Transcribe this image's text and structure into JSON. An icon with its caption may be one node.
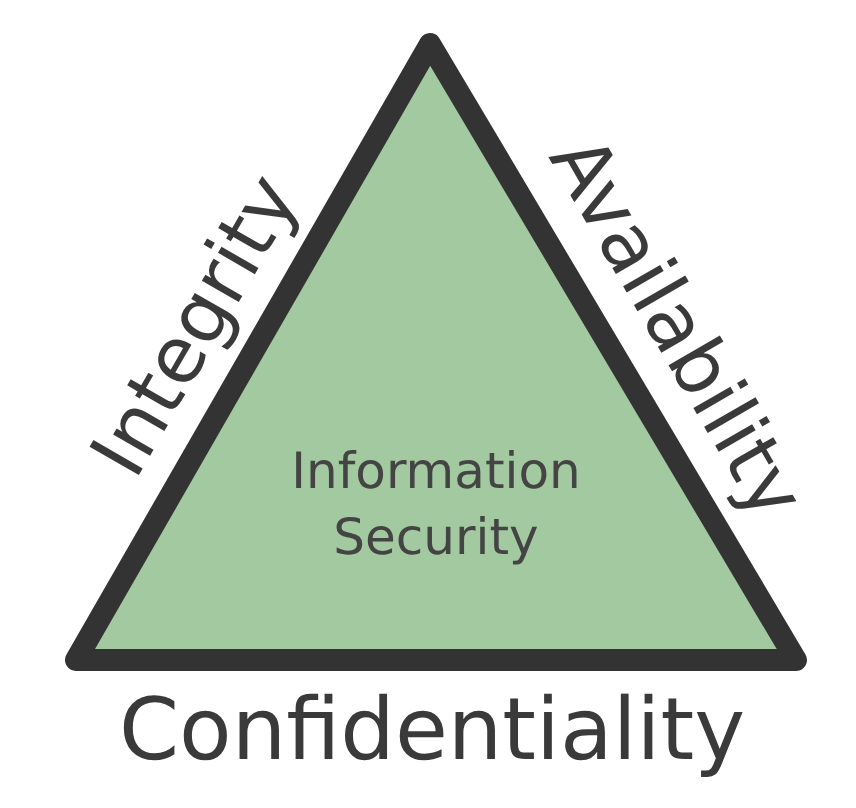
{
  "diagram": {
    "nodes": [
      {
        "text": [
          "Information Security"
        ]
      }
    ],
    "labels": [
      "Integrity",
      "Availability",
      "Confidentiality"
    ]
  }
}
